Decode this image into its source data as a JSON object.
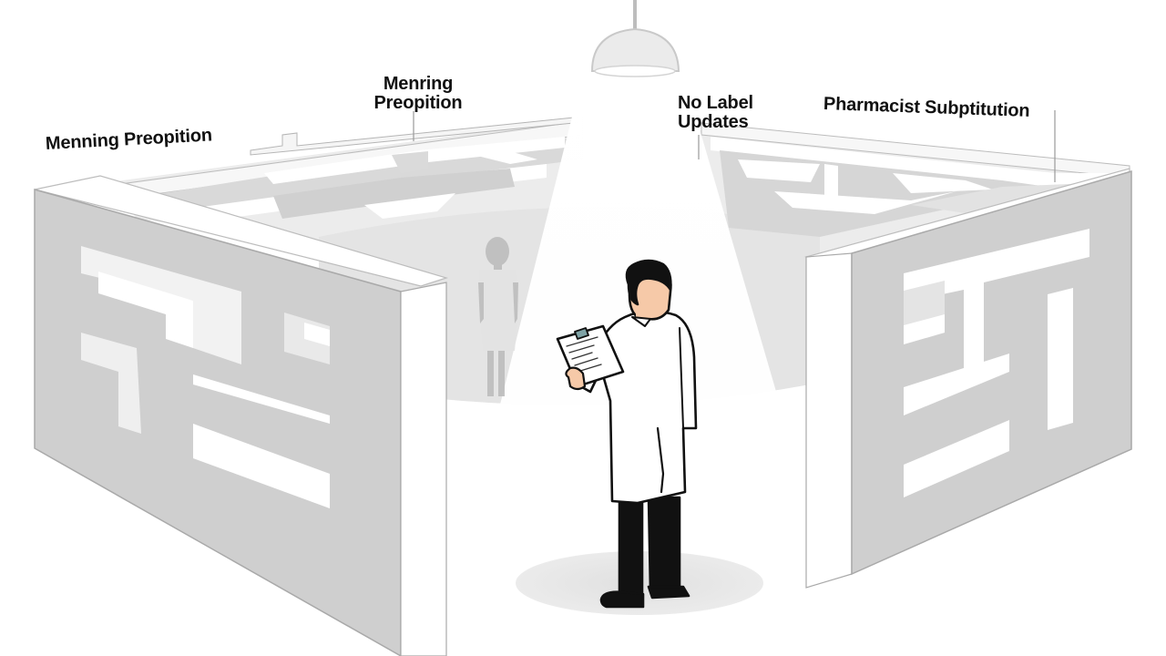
{
  "illustration": {
    "description": "Pharmacist in a white coat holding a clipboard, standing under a spotlight between two maze walls",
    "labels": [
      {
        "id": "left",
        "text": "Menning Preopition"
      },
      {
        "id": "center_left",
        "line1": "Menring",
        "line2": "Preopition"
      },
      {
        "id": "center_right",
        "line1": "No Label",
        "line2": "Updates"
      },
      {
        "id": "right",
        "text": "Pharmacist Subptitution"
      }
    ],
    "colors": {
      "background": "#ffffff",
      "wall_face": "#cfcfcf",
      "wall_top": "#ffffff",
      "wall_edge": "#a9a9a9",
      "spotlight": "#ffffff",
      "floor_shadow": "#e6e6e6",
      "coat": "#ffffff",
      "pants": "#111111",
      "hair": "#111111",
      "skin": "#f6c9a8",
      "clipboard_clip": "#7fa3a6",
      "ghost_figure": "#bdbdbd"
    }
  }
}
